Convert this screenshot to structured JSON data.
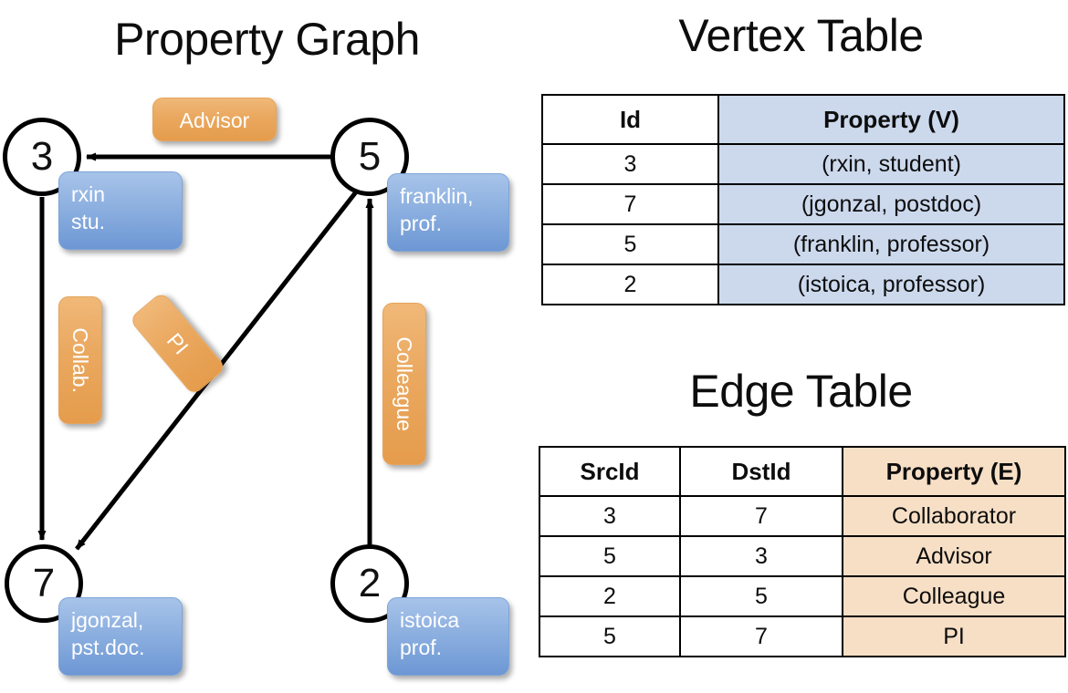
{
  "titles": {
    "property_graph": "Property Graph",
    "vertex_table": "Vertex Table",
    "edge_table": "Edge Table"
  },
  "colors": {
    "vertex_property_fill": "#ccd9ed",
    "edge_property_fill": "#f7dfc6",
    "vertex_box_fill": "#8db0e0",
    "edge_label_fill": "#eaa85f",
    "stroke": "#000000"
  },
  "graph": {
    "nodes": [
      {
        "id": "3",
        "label": "3",
        "property_lines": [
          "rxin",
          "stu."
        ]
      },
      {
        "id": "5",
        "label": "5",
        "property_lines": [
          "franklin,",
          "prof."
        ]
      },
      {
        "id": "7",
        "label": "7",
        "property_lines": [
          "jgonzal,",
          "pst.doc."
        ]
      },
      {
        "id": "2",
        "label": "2",
        "property_lines": [
          "istoica",
          "prof."
        ]
      }
    ],
    "edge_labels": [
      {
        "id": "advisor",
        "text": "Advisor"
      },
      {
        "id": "collab",
        "text": "Collab."
      },
      {
        "id": "pi",
        "text": "PI"
      },
      {
        "id": "colleague",
        "text": "Colleague"
      }
    ],
    "edges": [
      {
        "src": "5",
        "dst": "3",
        "label": "Advisor"
      },
      {
        "src": "3",
        "dst": "7",
        "label": "Collab."
      },
      {
        "src": "5",
        "dst": "7",
        "label": "PI"
      },
      {
        "src": "2",
        "dst": "5",
        "label": "Colleague"
      }
    ]
  },
  "vertex_table": {
    "headers": [
      "Id",
      "Property (V)"
    ],
    "rows": [
      [
        "3",
        "(rxin, student)"
      ],
      [
        "7",
        "(jgonzal, postdoc)"
      ],
      [
        "5",
        "(franklin, professor)"
      ],
      [
        "2",
        "(istoica, professor)"
      ]
    ]
  },
  "edge_table": {
    "headers": [
      "SrcId",
      "DstId",
      "Property (E)"
    ],
    "rows": [
      [
        "3",
        "7",
        "Collaborator"
      ],
      [
        "5",
        "3",
        "Advisor"
      ],
      [
        "2",
        "5",
        "Colleague"
      ],
      [
        "5",
        "7",
        "PI"
      ]
    ]
  }
}
